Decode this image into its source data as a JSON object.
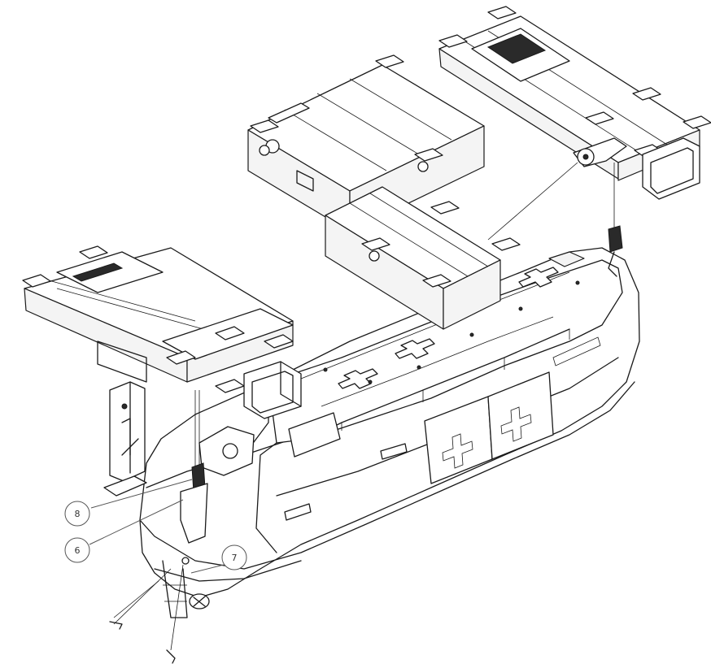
{
  "callouts": [
    {
      "id": "c8",
      "label": "8"
    },
    {
      "id": "c6",
      "label": "6"
    },
    {
      "id": "c7",
      "label": "7"
    }
  ],
  "colors": {
    "line": "#1a1a1a",
    "background": "#ffffff",
    "callout_stroke": "#555555"
  }
}
